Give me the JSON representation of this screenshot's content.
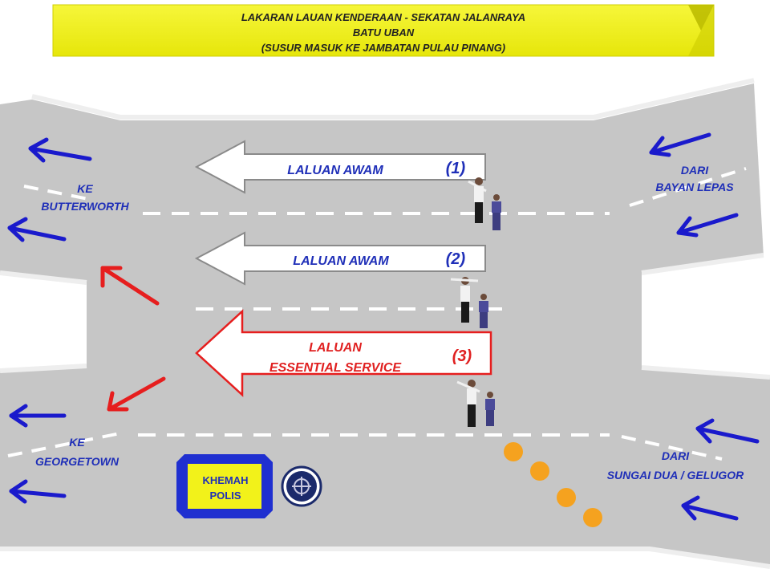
{
  "banner": {
    "line1": "LAKARAN LAUAN KENDERAAN  - SEKATAN JALANRAYA",
    "line2": "BATU UBAN",
    "line3": "(SUSUR MASUK KE JAMBATAN PULAU PINANG)"
  },
  "lanes": [
    {
      "label": "LALUAN   AWAM",
      "number": "(1)"
    },
    {
      "label": "LALUAN   AWAM",
      "number": "(2)"
    },
    {
      "label_line1": "LALUAN",
      "label_line2": "ESSENTIAL SERVICE",
      "number": "(3)"
    }
  ],
  "destinations": {
    "butterworth_1": "KE",
    "butterworth_2": "BUTTERWORTH",
    "georgetown_1": "KE",
    "georgetown_2": "GEORGETOWN",
    "bayan_1": "DARI",
    "bayan_2": "BAYAN LEPAS",
    "sungai_1": "DARI",
    "sungai_2": "SUNGAI DUA / GELUGOR"
  },
  "police_tent": {
    "line1": "KHEMAH",
    "line2": "POLIS"
  },
  "colors": {
    "banner_yellow": "#f2f21a",
    "road_gray": "#c3c3c3",
    "blue_arrow": "#1a1acc",
    "red_arrow": "#e61e1e",
    "text_blue": "#1f2fb8",
    "text_red": "#e02020",
    "cone_orange": "#f5a21f",
    "tent_blue": "#1f2fd0"
  }
}
